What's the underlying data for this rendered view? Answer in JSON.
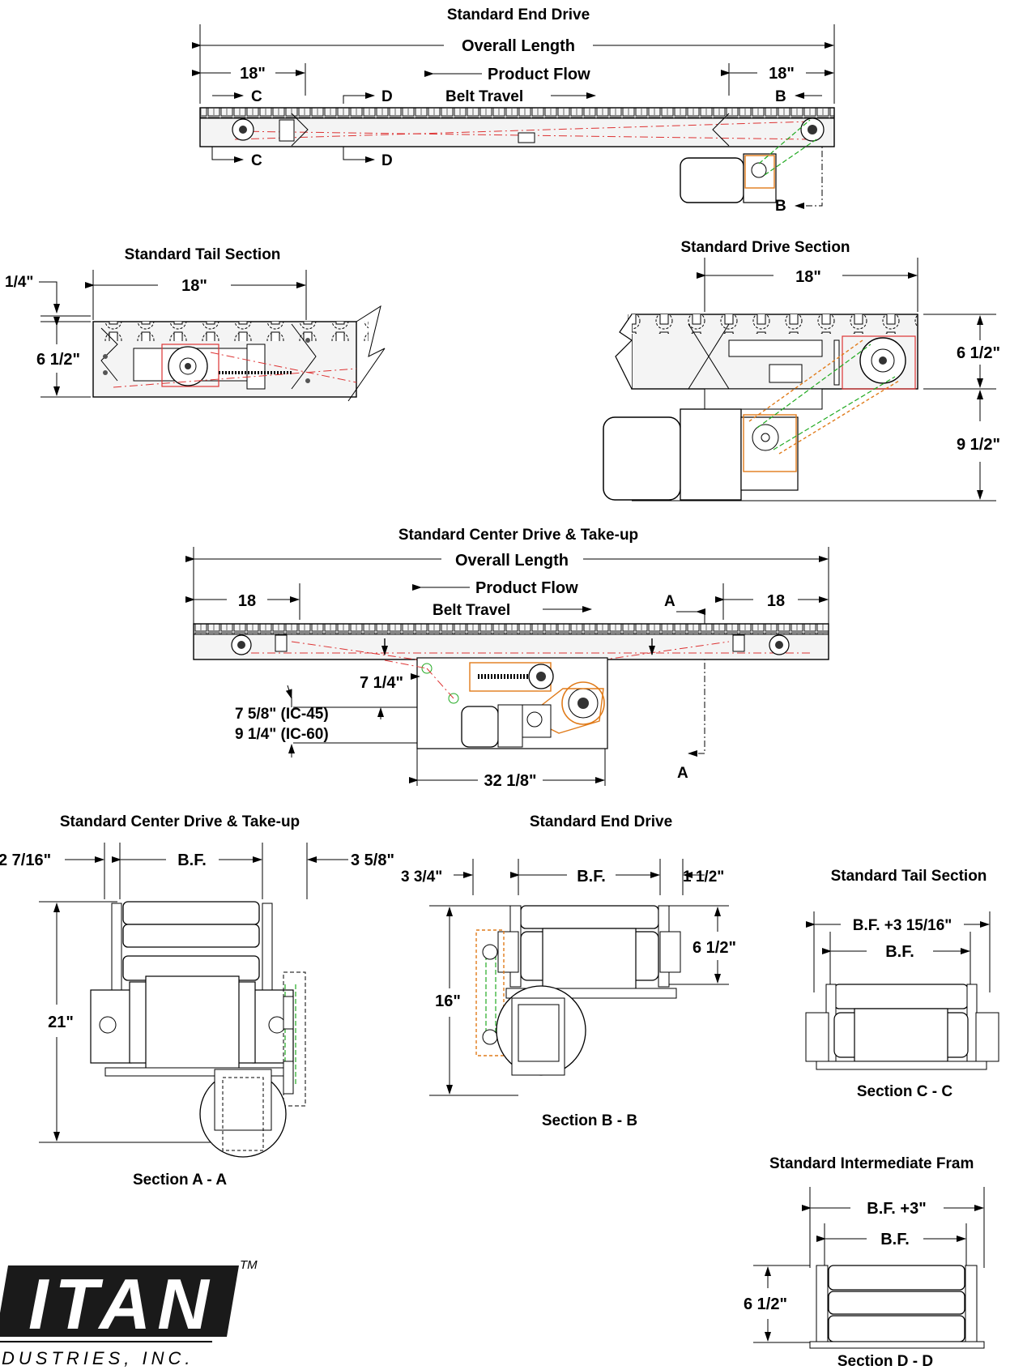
{
  "drawing": {
    "end_drive_top": {
      "title": "Standard End Drive",
      "overall": "Overall Length",
      "left_dim": "18\"",
      "right_dim": "18\"",
      "product_flow": "Product Flow",
      "belt_travel": "Belt Travel",
      "sec_c": "C",
      "sec_d": "D",
      "sec_b": "B"
    },
    "tail_section": {
      "title": "Standard Tail Section",
      "width_dim": "18\"",
      "offset_dim": "1/4\"",
      "height_dim": "6 1/2\""
    },
    "drive_section": {
      "title": "Standard Drive Section",
      "width_dim": "18\"",
      "height_dim": "6 1/2\"",
      "motor_dim": "9 1/2\""
    },
    "center_drive": {
      "title": "Standard Center Drive & Take-up",
      "overall": "Overall Length",
      "left_dim": "18",
      "right_dim": "18",
      "product_flow": "Product Flow",
      "belt_travel": "Belt Travel",
      "sec_a": "A",
      "drop_dim": "7 1/4\"",
      "ic45": "7 5/8\" (IC-45)",
      "ic60": "9 1/4\" (IC-60)",
      "length_dim": "32 1/8\""
    },
    "section_aa": {
      "title": "Standard Center Drive & Take-up",
      "left_dim": "2 7/16\"",
      "bf": "B.F.",
      "right_dim": "3 5/8\"",
      "height_dim": "21\"",
      "caption": "Section A - A"
    },
    "section_bb": {
      "title": "Standard End Drive",
      "left_dim": "3 3/4\"",
      "bf": "B.F.",
      "right_dim": "1 1/2\"",
      "height_dim": "6 1/2\"",
      "total_dim": "16\"",
      "caption": "Section B - B"
    },
    "section_cc": {
      "title": "Standard Tail Section",
      "outer_dim": "B.F. +3 15/16\"",
      "bf": "B.F.",
      "caption": "Section C - C"
    },
    "section_dd": {
      "title": "Standard Intermediate Fram",
      "outer_dim": "B.F. +3\"",
      "bf": "B.F.",
      "height_dim": "6 1/2\"",
      "caption": "Section D - D"
    },
    "logo": {
      "brand": "ITAN",
      "sub": "DUSTRIES, INC.",
      "tm": "TM"
    }
  }
}
